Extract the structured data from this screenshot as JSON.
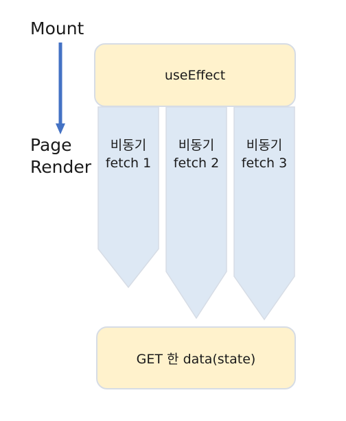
{
  "labels": {
    "mount": "Mount",
    "page": "Page",
    "render": "Render"
  },
  "boxes": {
    "effect": "useEffect",
    "result": "GET 한 data(state)"
  },
  "fetches": [
    {
      "line1": "비동기",
      "line2": "fetch 1"
    },
    {
      "line1": "비동기",
      "line2": "fetch 2"
    },
    {
      "line1": "비동기",
      "line2": "fetch 3"
    }
  ],
  "colors": {
    "arrow": "#4472c4",
    "box_fill": "#fff2cc",
    "fetch_fill": "#dde8f4",
    "outline": "#d6dce5"
  }
}
